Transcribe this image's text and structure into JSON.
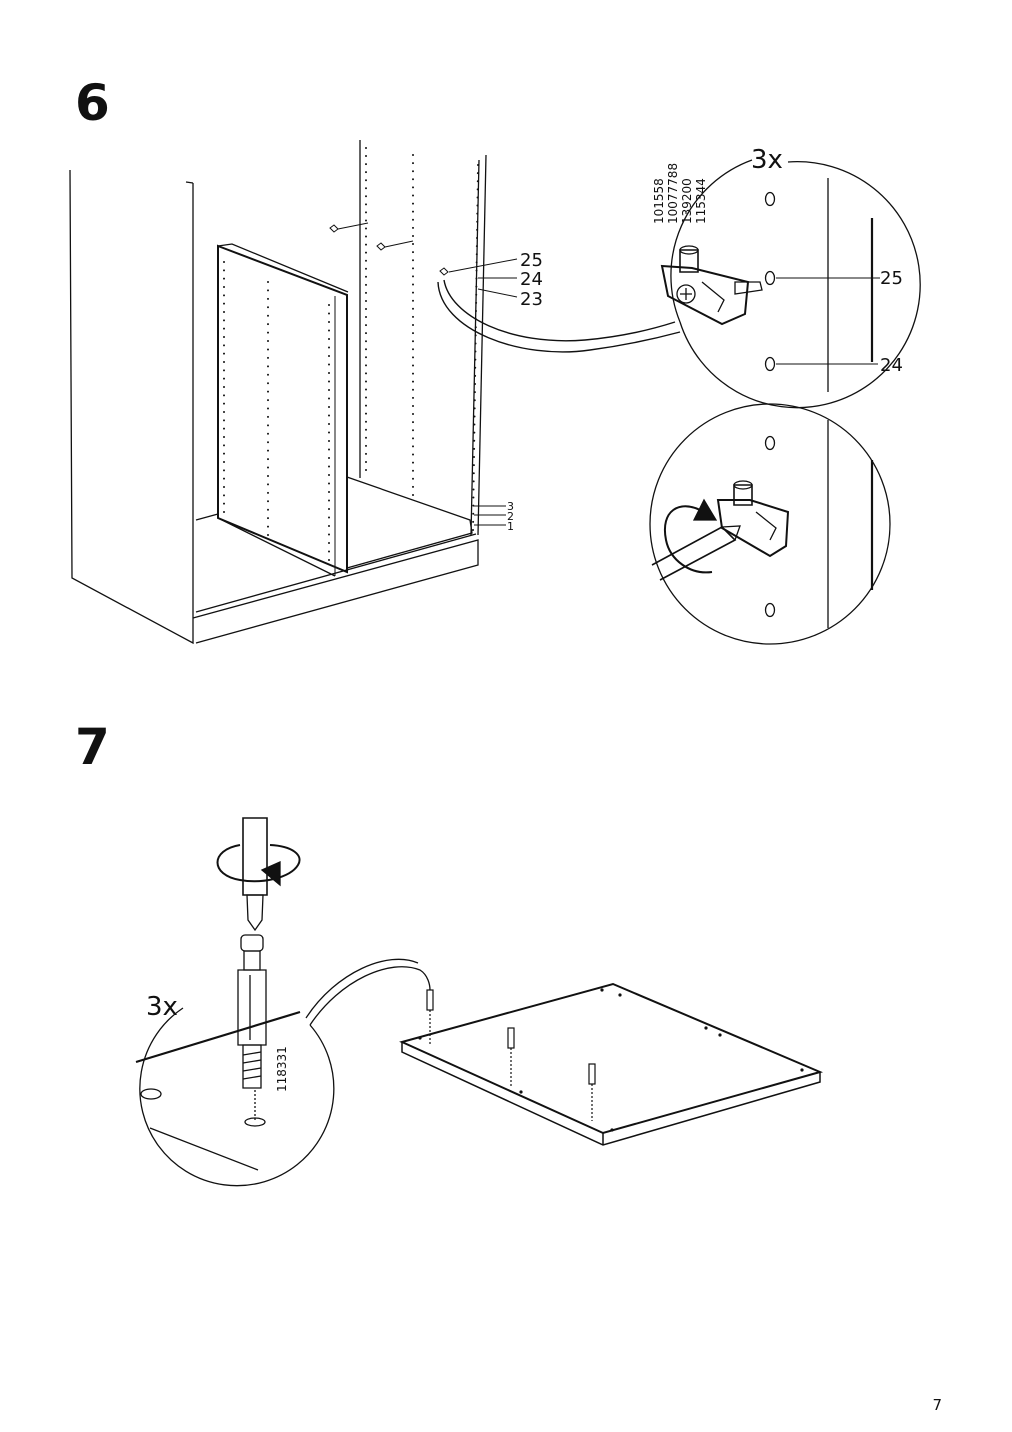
{
  "page": {
    "number": "7"
  },
  "step6": {
    "number": "6",
    "callouts": {
      "a": "25",
      "b": "24",
      "c": "23"
    },
    "levels": {
      "top": "3",
      "mid": "2",
      "low": "1"
    },
    "detail": {
      "quantity": "3x",
      "part_numbers": [
        "101558",
        "10077788",
        "139200",
        "115344"
      ],
      "callout_upper": "25",
      "callout_lower": "24"
    }
  },
  "step7": {
    "number": "7",
    "detail": {
      "quantity": "3x",
      "part_number": "118331"
    }
  }
}
